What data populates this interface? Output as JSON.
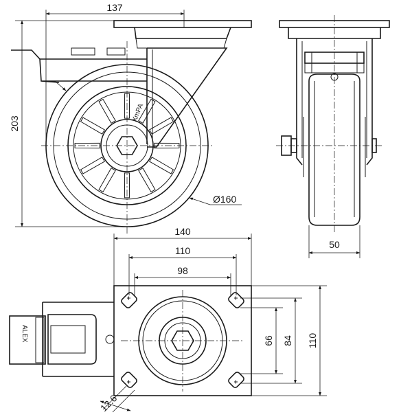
{
  "dimensions": {
    "offset": "137",
    "height": "203",
    "wheel_diameter": "Ø160",
    "wheel_width": "50",
    "plate_width": "140",
    "plate_hole_span_x": "110",
    "plate_hole_x": "98",
    "plate_hole_y": "66",
    "plate_hole_span_y": "84",
    "plate_height": "110",
    "slot_width": "12.6"
  },
  "labels": {
    "brand_wheel": "XmPA",
    "brand_brake": "ALEX"
  }
}
